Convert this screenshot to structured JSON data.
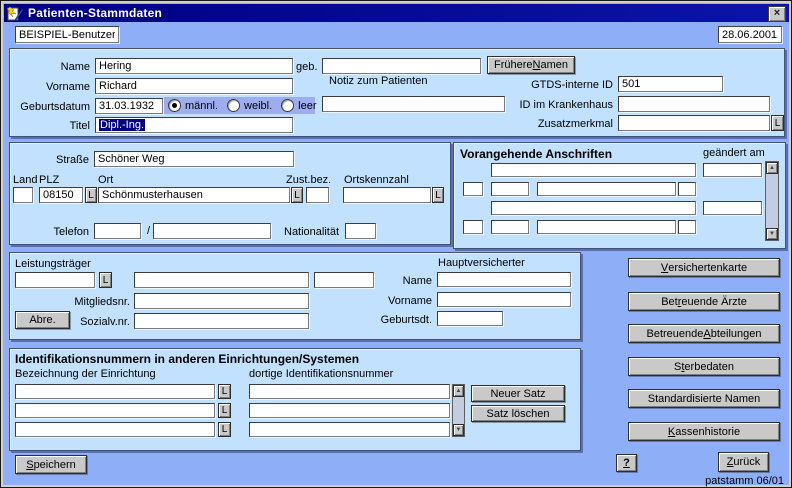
{
  "colors": {
    "titlebar": "#000080",
    "window_bg": "#8FAEF8",
    "panel_bg": "#C2E1FF",
    "radio_strip": "#9DADEE",
    "selection": "#000080",
    "button_face": "#C9C9C9"
  },
  "icons": {
    "close": "×",
    "scroll_up": "▲",
    "scroll_down": "▼",
    "app": "gtds-form-icon"
  },
  "window": {
    "title": "Patienten-Stammdaten",
    "footer_version": "patstamm 06/01"
  },
  "header": {
    "user_value": "BEISPIEL-Benutzer",
    "date_value": "28.06.2001"
  },
  "lov": "L",
  "patient": {
    "name_label": "Name",
    "name_value": "Hering",
    "geb_label": "geb.",
    "geb_value": "",
    "fruehere_namen": {
      "pre": "Frühere ",
      "key": "N",
      "post": "amen"
    },
    "vorname_label": "Vorname",
    "vorname_value": "Richard",
    "notiz_label": "Notiz zum Patienten",
    "notiz_value": "",
    "geburtsdatum_label": "Geburtsdatum",
    "geburtsdatum_value": "31.03.1932",
    "gender": {
      "maennl": "männl.",
      "weibl": "weibl.",
      "leer": "leer",
      "selected": "männl."
    },
    "titel_label": "Titel",
    "titel_value": "Dipl.-Ing.",
    "titel_selected": true,
    "gtds_id_label": "GTDS-interne ID",
    "gtds_id_value": "501",
    "krankenhaus_id_label": "ID im Krankenhaus",
    "krankenhaus_id_value": "",
    "zusatzmerkmal_label": "Zusatzmerkmal",
    "zusatzmerkmal_value": ""
  },
  "address": {
    "strasse_label": "Straße",
    "strasse_value": "Schöner Weg",
    "land_label": "Land",
    "land_value": "",
    "plz_label": "PLZ",
    "plz_value": "08150",
    "ort_label": "Ort",
    "ort_value": "Schönmusterhausen",
    "zustbez_label": "Zust.bez.",
    "zustbez_value": "",
    "ortskennzahl_label": "Ortskennzahl",
    "ortskennzahl_value": "",
    "telefon_label": "Telefon",
    "telefon_vorwahl_value": "",
    "telefon_slash": "/",
    "telefon_nummer_value": "",
    "nationalitaet_label": "Nationalität",
    "nationalitaet_value": ""
  },
  "anschriften": {
    "title": "Vorangehende Anschriften",
    "geaendert_label": "geändert am"
  },
  "versicherung": {
    "leistungstraeger_label": "Leistungsträger",
    "abre_label": "Abre.",
    "mitgliedsnr_label": "Mitgliedsnr.",
    "mitgliedsnr_value": "",
    "sozialvnr_label": "Sozialv.nr.",
    "sozialvnr_value": "",
    "hauptversicherter_label": "Hauptversicherter",
    "hv_name_label": "Name",
    "hv_name_value": "",
    "hv_vorname_label": "Vorname",
    "hv_vorname_value": "",
    "hv_geburtsdt_label": "Geburtsdt.",
    "hv_geburtsdt_value": ""
  },
  "identnummern": {
    "title": "Identifikationsnummern in anderen Einrichtungen/Systemen",
    "einrichtung_label": "Bezeichnung der Einrichtung",
    "nummer_label": "dortige Identifikationsnummer",
    "neuer_satz_label": "Neuer Satz",
    "satz_loeschen_label": "Satz löschen"
  },
  "side_buttons": [
    {
      "pre": "",
      "key": "V",
      "post": "ersichertenkarte"
    },
    {
      "pre": "Bet",
      "key": "r",
      "post": "euende Ärzte"
    },
    {
      "pre": "Betreuende ",
      "key": "A",
      "post": "bteilungen"
    },
    {
      "pre": "S",
      "key": "t",
      "post": "erbedaten"
    },
    {
      "pre": "Standardisierte Namen",
      "key": "",
      "post": ""
    },
    {
      "pre": "",
      "key": "K",
      "post": "assenhistorie"
    }
  ],
  "footer": {
    "speichern": {
      "pre": "",
      "key": "S",
      "post": "peichern"
    },
    "help_key": "?",
    "zurueck": {
      "pre": "",
      "key": "Z",
      "post": "urück"
    }
  }
}
